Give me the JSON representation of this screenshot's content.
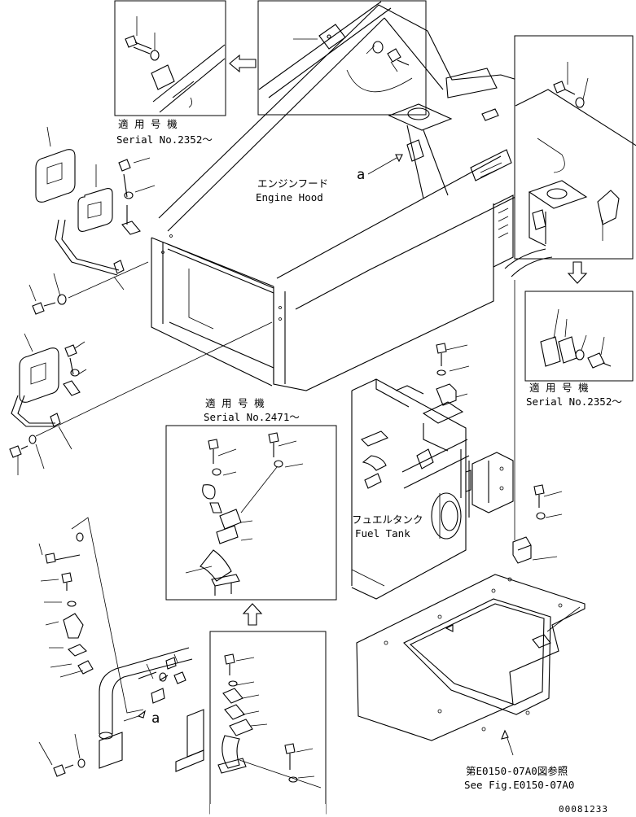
{
  "labels": {
    "serial_label_top": "適 用 号 機",
    "serial_no_top": "Serial No.2352～",
    "engine_hood_jp": "エンジンフード",
    "engine_hood_en": "Engine Hood",
    "ref_a_upper": "a",
    "serial_label_right": "適 用 号 機",
    "serial_no_right": "Serial No.2352～",
    "serial_label_center": "適 用 号 機",
    "serial_no_center": "Serial No.2471～",
    "fuel_tank_jp": "フュエルタンク",
    "fuel_tank_en": "Fuel Tank",
    "ref_a_lower": "a",
    "see_fig_jp": "第E0150-07A0図参照",
    "see_fig_en": "See Fig.E0150-07A0",
    "drawing_number": "00081233"
  },
  "icons": [
    "arrow-left-icon",
    "arrow-down-icon",
    "arrow-up-icon"
  ]
}
